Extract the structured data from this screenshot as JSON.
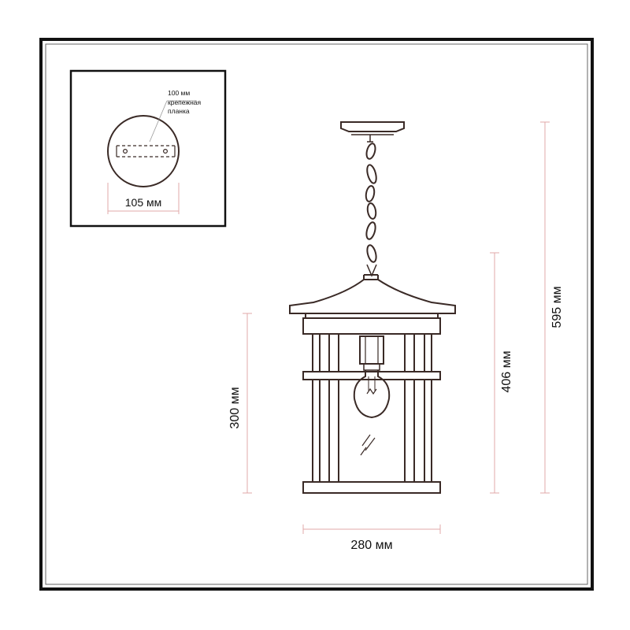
{
  "inset": {
    "bracket_label_line1": "100 мм",
    "bracket_label_line2": "крепежная",
    "bracket_label_line3": "планка",
    "mount_diameter": "105 мм"
  },
  "dimensions": {
    "width": "280 мм",
    "shade_height": "300 мм",
    "body_height": "406 мм",
    "total_height": "595 мм"
  },
  "colors": {
    "frame_border": "#111111",
    "line": "#3a2a26",
    "dim_line": "#e0a8a8"
  }
}
